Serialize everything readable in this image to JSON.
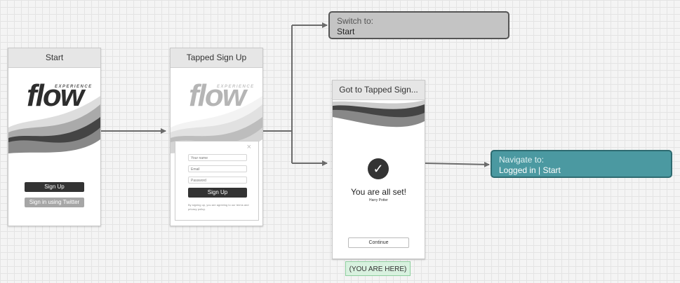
{
  "nodes": {
    "start": {
      "title": "Start",
      "logo_sub": "EXPERIENCE",
      "logo_main": "flow",
      "primary_button": "Sign Up",
      "secondary_button": "Sign in using Twitter"
    },
    "tapped": {
      "title": "Tapped Sign Up",
      "logo_sub": "EXPERIENCE",
      "logo_main": "flow",
      "close_glyph": "×",
      "field_name": "Your name",
      "field_email": "Email",
      "field_password": "Password",
      "submit_button": "Sign Up",
      "legal_text": "By signing up, you are agreeing to our terms and privacy policy."
    },
    "got_to": {
      "title": "Got to Tapped Sign...",
      "success_title": "You are all set!",
      "user_name": "Harry Potter",
      "continue_button": "Continue"
    }
  },
  "switch_box": {
    "label": "Switch to:",
    "target": "Start",
    "color": "#c4c4c4"
  },
  "navigate_box": {
    "label": "Navigate to:",
    "target": "Logged in | Start",
    "color": "#4b99a1"
  },
  "you_are_here": {
    "text": "(YOU ARE HERE)",
    "color": "#d8f1df"
  },
  "connector_color": "#6b6b6b",
  "check_icon": "✓"
}
